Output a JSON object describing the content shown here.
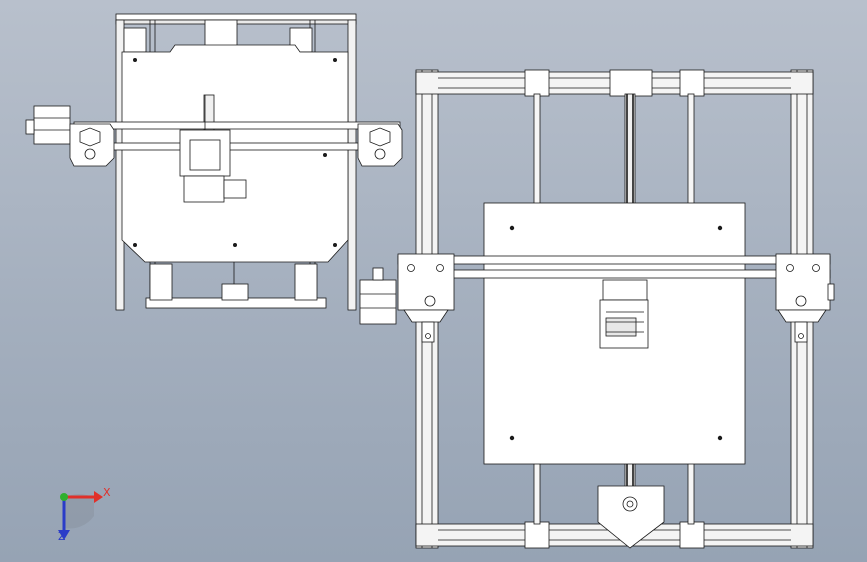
{
  "viewport": {
    "background_top": "#b8c0cc",
    "background_bottom": "#96a3b4"
  },
  "views": {
    "front_view": {
      "description_name": "printer-front-view"
    },
    "top_view": {
      "description_name": "printer-top-view"
    }
  },
  "colors": {
    "line": "#1a1a1a",
    "part_fill": "#ffffff",
    "rail_fill": "#f2f2f2",
    "axis_x": "#e0302a",
    "axis_y": "#2fb02f",
    "axis_z": "#2a3cc8"
  },
  "triad": {
    "x_label": "X",
    "z_label": "Z"
  }
}
